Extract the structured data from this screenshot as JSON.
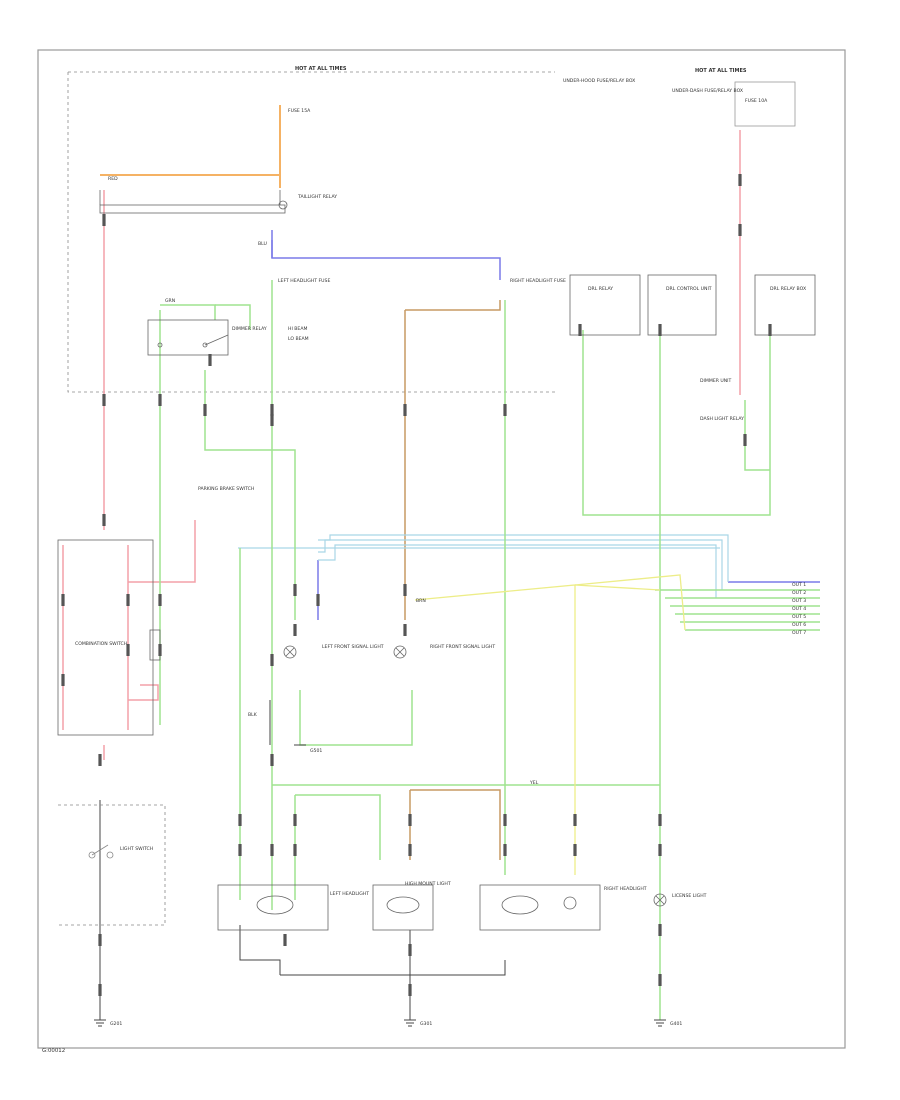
{
  "colors": {
    "red": "#f3a0a8",
    "orange": "#f5b264",
    "blue": "#7a7ae8",
    "green": "#9fe38f",
    "tan": "#c79a63",
    "yellow": "#eded88",
    "lightblue": "#a9d6e6",
    "frame": "#9a9a9a",
    "dashed": "#8a8a8a",
    "connector": "#555555"
  },
  "labels": {
    "hot_at_all_times_top": "HOT AT ALL TIMES",
    "hot_at_all_times_right": "HOT AT ALL TIMES",
    "fuse_box_top": "UNDER-HOOD FUSE/RELAY BOX",
    "under_dash_fuse_box": "UNDER-DASH FUSE/RELAY BOX",
    "fuse_top": "FUSE 15A",
    "tail_light_relay": "TAILLIGHT RELAY",
    "dimmer_relay": "DIMMER RELAY",
    "left_headlight_fuse": "LEFT HEADLIGHT FUSE",
    "right_headlight_fuse": "RIGHT HEADLIGHT FUSE",
    "fuse_right": "FUSE 10A",
    "hi_beam": "HI BEAM",
    "lo_beam": "LO BEAM",
    "drl_relay": "DRL RELAY",
    "drl_control_unit": "DRL CONTROL UNIT",
    "drl_relay_box": "DRL RELAY BOX",
    "dimmer_unit": "DIMMER UNIT",
    "combination_switch": "COMBINATION SWITCH",
    "light_switch": "LIGHT SWITCH",
    "dash_light_relay": "DASH LIGHT RELAY",
    "parking_brake_switch": "PARKING BRAKE SWITCH",
    "left_front_signal": "LEFT FRONT SIGNAL LIGHT",
    "right_front_signal": "RIGHT FRONT SIGNAL LIGHT",
    "left_headlight": "LEFT HEADLIGHT",
    "right_headlight": "RIGHT HEADLIGHT",
    "license_light": "LICENSE LIGHT",
    "high_mount_light": "HIGH MOUNT LIGHT",
    "ground_left": "G201",
    "ground_mid": "G301",
    "ground_right": "G401",
    "ground_dash": "G501",
    "page_ref": "G:00012"
  },
  "wire_codes": {
    "red": "RED",
    "green": "GRN",
    "blue": "BLU",
    "yellow": "YEL",
    "brown": "BRN",
    "blk": "BLK"
  },
  "signal_outputs": [
    "OUT 1",
    "OUT 2",
    "OUT 3",
    "OUT 4",
    "OUT 5",
    "OUT 6",
    "OUT 7"
  ]
}
